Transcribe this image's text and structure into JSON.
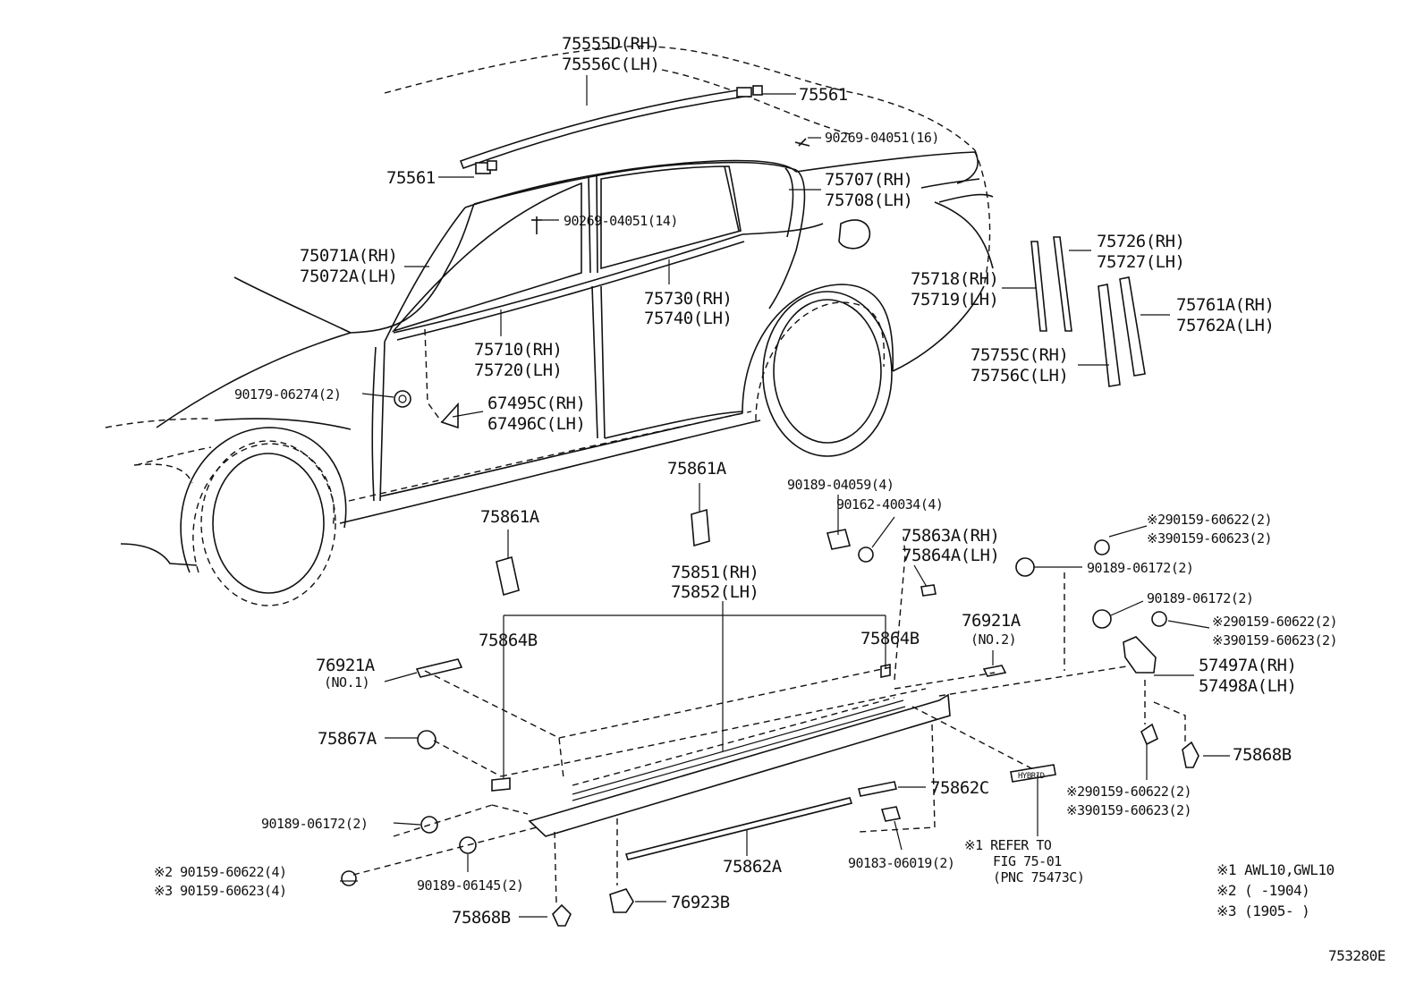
{
  "callouts": {
    "roof_molding": [
      "75555D(RH)",
      "75556C(LH)"
    ],
    "clip_top_right": "75561",
    "clip_top_left": "75561",
    "screw_roof": "90269-04051(16)",
    "window_frame_rear": [
      "75707(RH)",
      "75708(LH)"
    ],
    "screw_front": "90269-04051(14)",
    "windshield_molding": [
      "75071A(RH)",
      "75072A(LH)"
    ],
    "rear_belt": [
      "75730(RH)",
      "75740(LH)"
    ],
    "front_belt": [
      "75710(RH)",
      "75720(LH)"
    ],
    "rear_pillar_garnish": [
      "75718(RH)",
      "75719(LH)"
    ],
    "pillar_726": [
      "75726(RH)",
      "75727(LH)"
    ],
    "pillar_761": [
      "75761A(RH)",
      "75762A(LH)"
    ],
    "pillar_755": [
      "75755C(RH)",
      "75756C(LH)"
    ],
    "clip_side": "90179-06274(2)",
    "mirror_seal": [
      "67495C(RH)",
      "67496C(LH)"
    ],
    "rocker_clip_upper": "75861A",
    "rocker_clip_left": "75861A",
    "screw_90189_04059": "90189-04059(4)",
    "screw_90162_40034": "90162-40034(4)",
    "bracket_863": [
      "75863A(RH)",
      "75864A(LH)"
    ],
    "note_screw_rt_1": "※290159-60622(2)",
    "note_screw_rt_2": "※390159-60623(2)",
    "clip_90189_06172_a": "90189-06172(2)",
    "clip_90189_06172_b": "90189-06172(2)",
    "note_screw_mid_1": "※290159-60622(2)",
    "note_screw_mid_2": "※390159-60623(2)",
    "rocker_molding": [
      "75851(RH)",
      "75852(LH)"
    ],
    "label_75864b_left": "75864B",
    "label_75864b_right": "75864B",
    "pad_no2": "76921A",
    "pad_no2_sub": "(NO.2)",
    "pad_no1": "76921A",
    "pad_no1_sub": "(NO.1)",
    "mudguard": [
      "57497A(RH)",
      "57498A(LH)"
    ],
    "clip_75867a": "75867A",
    "clip_75868b_right": "75868B",
    "clip_75868b_left": "75868B",
    "note_screw_low_1": "※290159-60622(2)",
    "note_screw_low_2": "※390159-60623(2)",
    "clip_90189_06172_c": "90189-06172(2)",
    "strip_75862c": "75862C",
    "strip_75862a": "75862A",
    "clip_90183_06019": "90183-06019(2)",
    "refer": [
      "※1 REFER TO",
      "FIG 75-01",
      "(PNC 75473C)"
    ],
    "note_screw_left_1": "※2 90159-60622(4)",
    "note_screw_left_2": "※3 90159-60623(4)",
    "clip_90189_06145": "90189-06145(2)",
    "clip_76923b": "76923B",
    "emblem_text": "HYBRID"
  },
  "legend": {
    "note1": "※1 AWL10,GWL10",
    "note2": "※2 (      -1904)",
    "note3": "※3 (1905-      )"
  },
  "figure_code": "753280E"
}
